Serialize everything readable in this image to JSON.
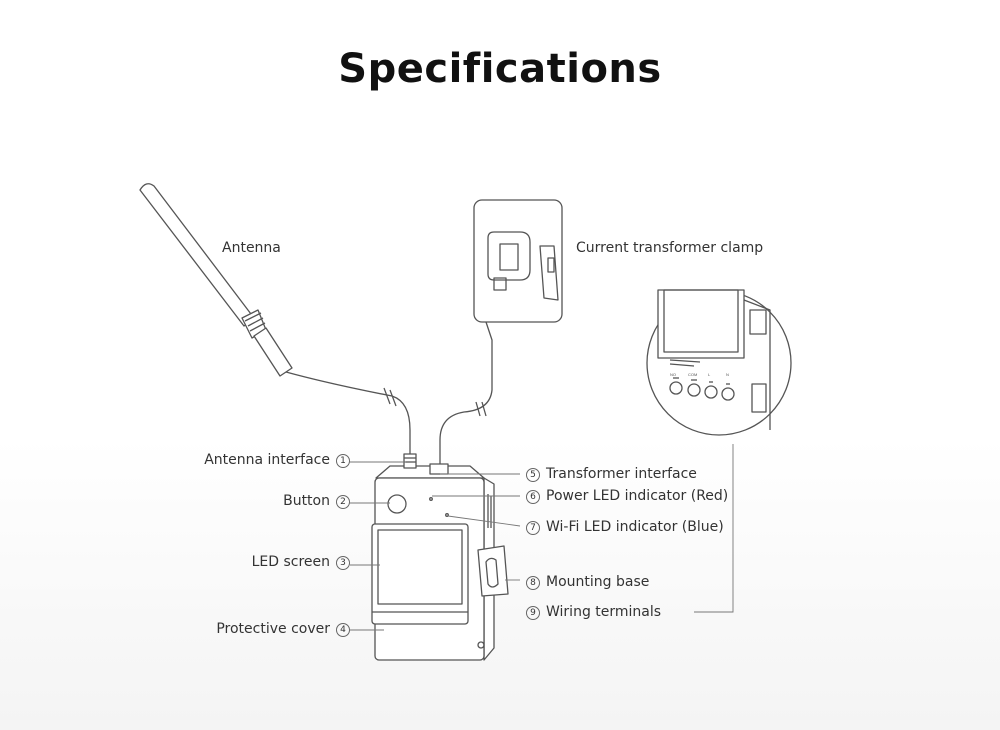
{
  "title": "Specifications",
  "callouts": {
    "antenna": "Antenna",
    "ct_clamp": "Current transformer clamp",
    "antenna_interface": {
      "text": "Antenna interface",
      "num": "1"
    },
    "button": {
      "text": "Button",
      "num": "2"
    },
    "led_screen": {
      "text": "LED screen",
      "num": "3"
    },
    "protective_cover": {
      "text": "Protective cover",
      "num": "4"
    },
    "transformer_interface": {
      "text": "Transformer interface",
      "num": "5"
    },
    "power_led": {
      "text": "Power LED indicator (Red)",
      "num": "6"
    },
    "wifi_led": {
      "text": "Wi-Fi LED indicator (Blue)",
      "num": "7"
    },
    "mounting_base": {
      "text": "Mounting base",
      "num": "8"
    },
    "wiring_terminals": {
      "text": "Wiring terminals",
      "num": "9"
    }
  },
  "terminal_labels": [
    "NO",
    "COM",
    "L",
    "N"
  ]
}
